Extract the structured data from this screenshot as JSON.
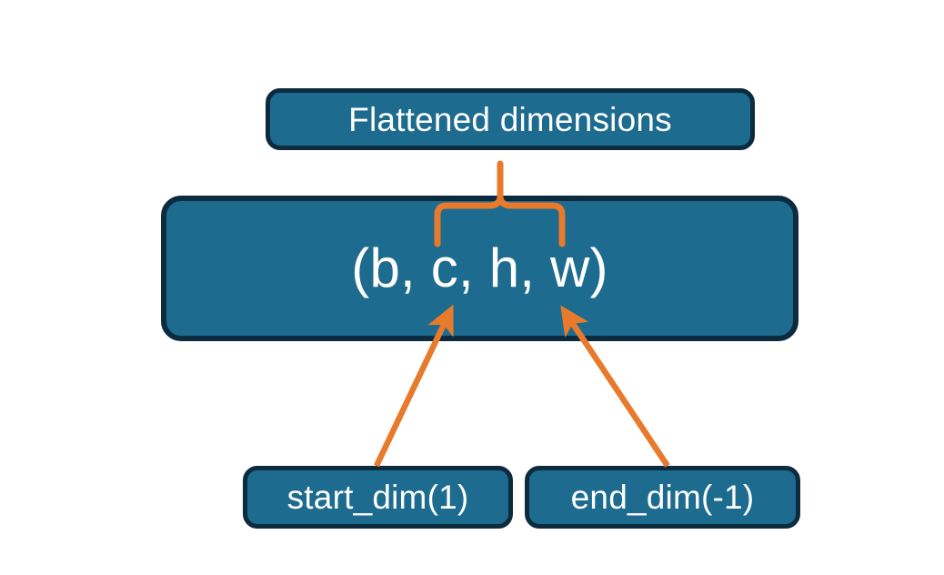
{
  "diagram": {
    "title_node": {
      "label": "Flattened dimensions"
    },
    "shape_node": {
      "label": "(b, c, h, w)"
    },
    "start_node": {
      "label": "start_dim(1)"
    },
    "end_node": {
      "label": "end_dim(-1)"
    },
    "colors": {
      "box_fill": "#1d6b8e",
      "box_border": "#0d2b3e",
      "accent": "#e87a2c",
      "text": "#ffffff",
      "background": "#ffffff"
    }
  }
}
